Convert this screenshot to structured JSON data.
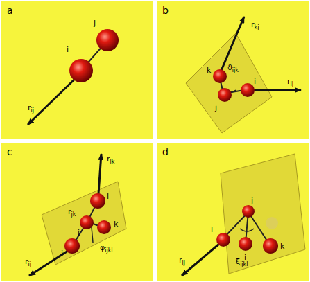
{
  "diagram": {
    "labels": [
      "a",
      "i",
      "j",
      "rij",
      "b",
      "rkj",
      "k",
      "ϑijk",
      "j",
      "i",
      "rij",
      "c",
      "rlk",
      "l",
      "rjk",
      "j",
      "k",
      "φijkl",
      "i",
      "rij",
      "d",
      "j",
      "l",
      "ξijkl",
      "i",
      "k",
      "rlj"
    ]
  }
}
